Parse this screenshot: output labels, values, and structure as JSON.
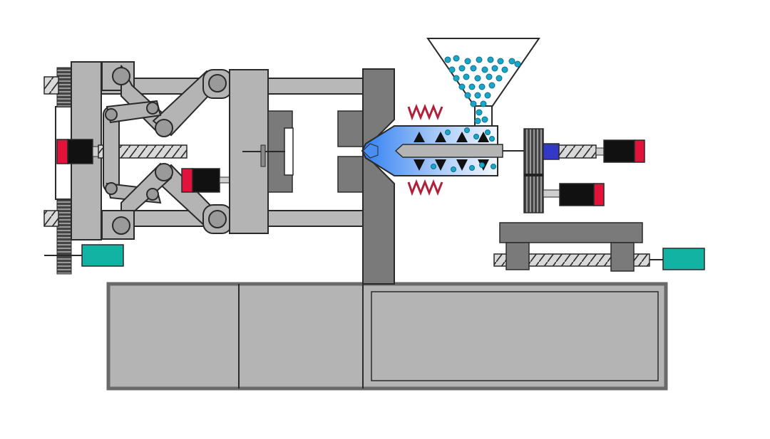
{
  "diagram": {
    "kind": "injection molding machine schematic",
    "text_labels": [],
    "colors": {
      "background": "#ffffff",
      "frame_gray": "#b4b4b4",
      "dark_gray": "#7a7a7a",
      "outline": "#2a2a2a",
      "cylinder_black": "#111111",
      "cylinder_red": "#e2123a",
      "motor_teal": "#12b3a3",
      "pellet_cyan": "#1aa6c9",
      "heater_red": "#b0203a",
      "melt_blue": "#4a8ff0",
      "valve_blue": "#3338c8"
    },
    "components": [
      "base-frame",
      "fixed-platen",
      "moving-platen",
      "tie-bars",
      "toggle-clamp-linkage",
      "clamp-cylinder",
      "ejector-cylinder",
      "mold-halves",
      "hopper-with-pellets",
      "barrel",
      "screw",
      "heater-bands",
      "nozzle",
      "drive-gear",
      "injection-cylinders",
      "carriage",
      "carriage-motor",
      "clamp-motor"
    ]
  }
}
